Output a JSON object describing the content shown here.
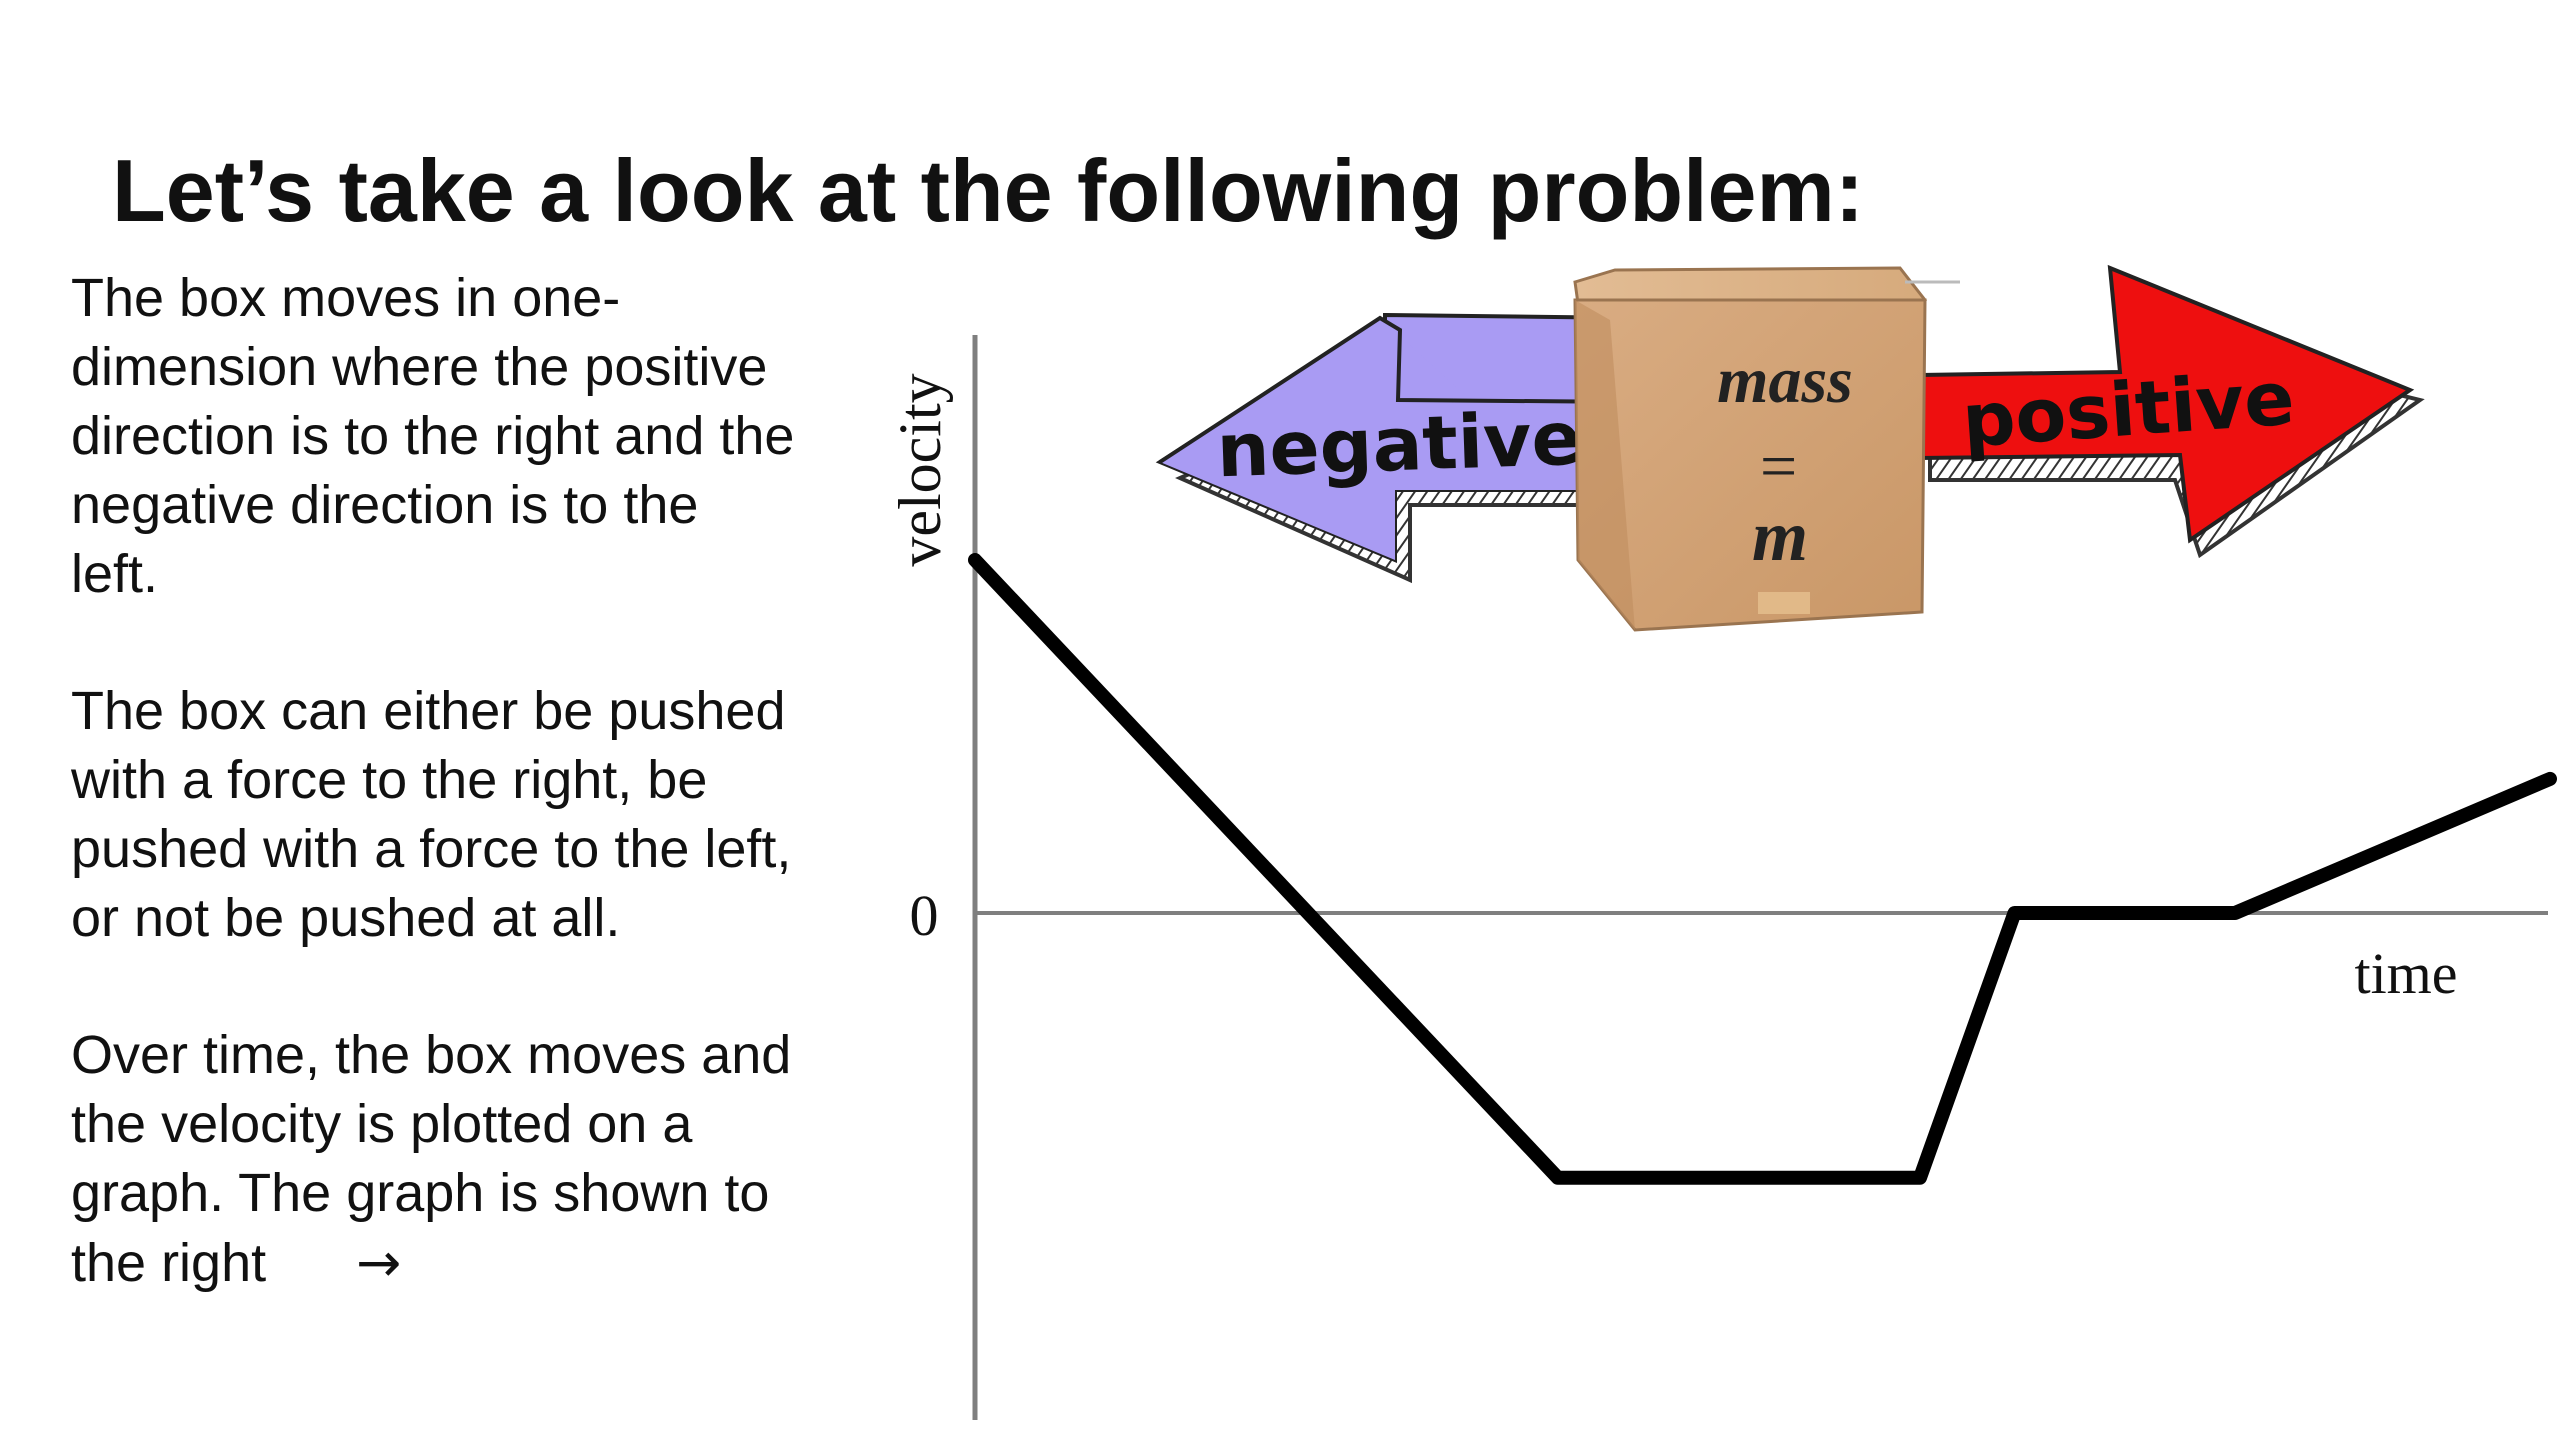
{
  "slide": {
    "title": "Let’s take a look at the following problem:",
    "paragraphs": [
      {
        "lines": [
          "The box moves in one-",
          "dimension where the positive",
          "direction is to the right and the",
          "negative direction is to the",
          "left."
        ]
      },
      {
        "lines": [
          "The box can either be pushed",
          "with a force to the right, be",
          "pushed with a force to the left,",
          "or not be pushed at all."
        ]
      },
      {
        "lines": [
          "Over time, the box moves and",
          "the velocity is plotted on a",
          "graph. The graph is shown to"
        ],
        "last_line": "the right",
        "arrow": "→"
      }
    ]
  },
  "graph": {
    "y_axis_label": "velocity",
    "x_axis_label": "time",
    "zero_label": "0",
    "line_color": "#000000",
    "axis_color": "#7f7f7f",
    "segments": [
      {
        "t": 0.0,
        "v": 1.0
      },
      {
        "t": 1.85,
        "v": -0.75
      },
      {
        "t": 3.0,
        "v": -0.75
      },
      {
        "t": 3.3,
        "v": 0.0
      },
      {
        "t": 4.0,
        "v": 0.0
      },
      {
        "t": 5.0,
        "v": 0.38
      }
    ]
  },
  "box_illustration": {
    "negative_label": "negative",
    "positive_label": "positive",
    "mass_label": "mass",
    "equals_label": "=",
    "m_label": "m",
    "negative_color": "#a99bf3",
    "positive_color": "#ee0f0f",
    "box_color": "#d4a57a"
  }
}
